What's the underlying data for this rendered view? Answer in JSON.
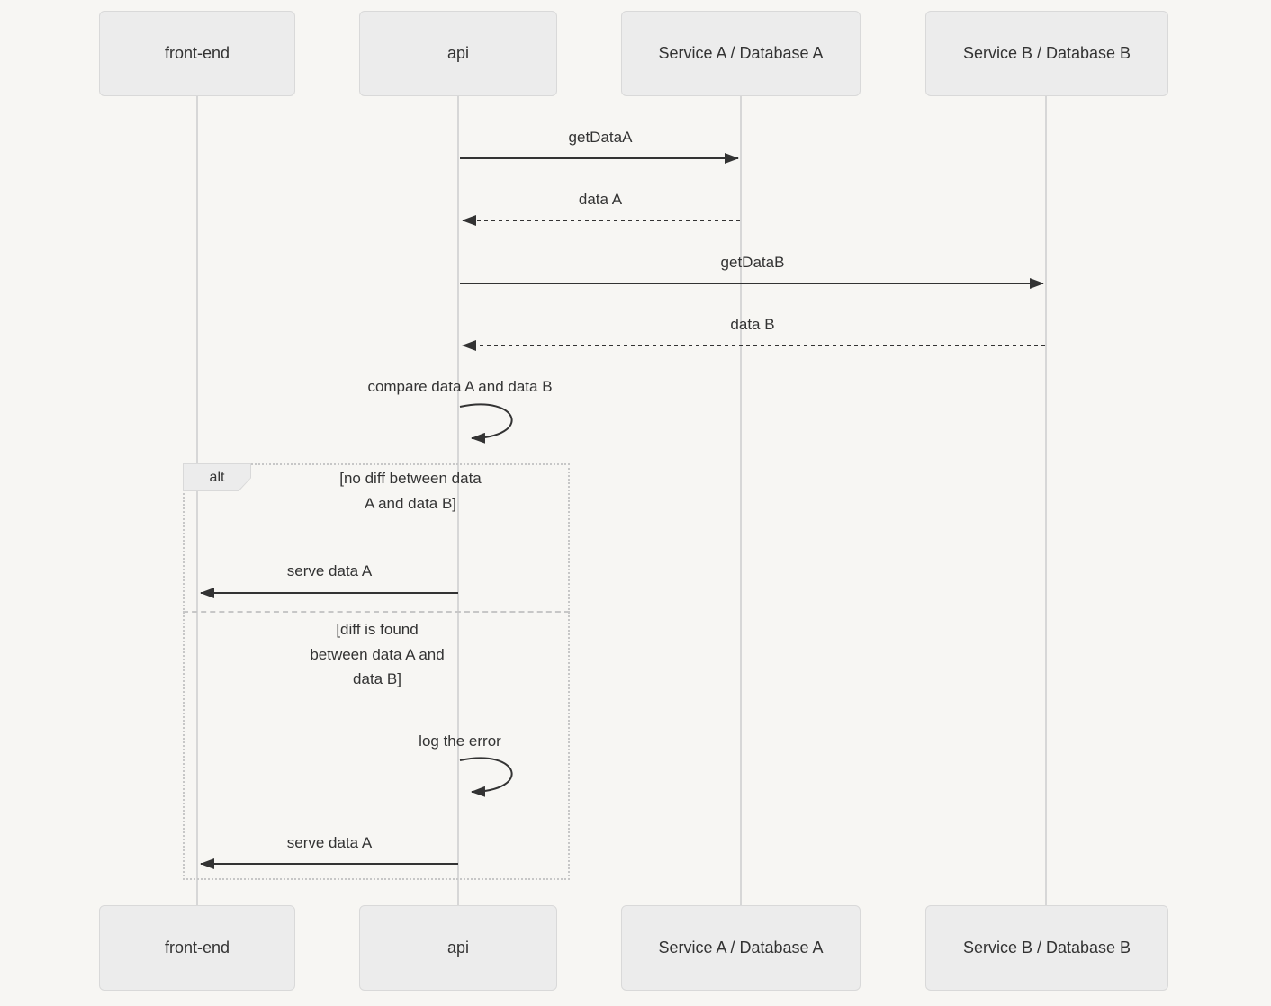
{
  "colors": {
    "background": "#f7f6f3",
    "node_fill": "#ececec",
    "node_border": "#d9d9d9",
    "message_line": "#333333",
    "lifeline": "#d7d7d7",
    "frame_border": "#c7c7c7",
    "text": "#333333"
  },
  "diagram": {
    "kind": "sequence-diagram",
    "participants": [
      {
        "label": "front-end"
      },
      {
        "label": "api"
      },
      {
        "label": "Service A / Database A"
      },
      {
        "label": "Service B / Database B"
      }
    ],
    "messages": [
      {
        "from": "api",
        "to": "Service A / Database A",
        "label": "getDataA",
        "line": "solid"
      },
      {
        "from": "Service A / Database A",
        "to": "api",
        "label": "data A",
        "line": "dashed"
      },
      {
        "from": "api",
        "to": "Service B / Database B",
        "label": "getDataB",
        "line": "solid"
      },
      {
        "from": "Service B / Database B",
        "to": "api",
        "label": "data B",
        "line": "dashed"
      },
      {
        "from": "api",
        "to": "api",
        "label": "compare data A and data B",
        "line": "self"
      },
      {
        "from": "api",
        "to": "front-end",
        "label": "serve data A",
        "line": "solid"
      },
      {
        "from": "api",
        "to": "api",
        "label": "log the error",
        "line": "self"
      },
      {
        "from": "api",
        "to": "front-end",
        "label": "serve data A",
        "line": "solid"
      }
    ],
    "alt_frame": {
      "tag": "alt",
      "condition_1": "[no diff between data\nA and data B]",
      "condition_2": "[diff is found\nbetween data A and\ndata B]"
    }
  }
}
